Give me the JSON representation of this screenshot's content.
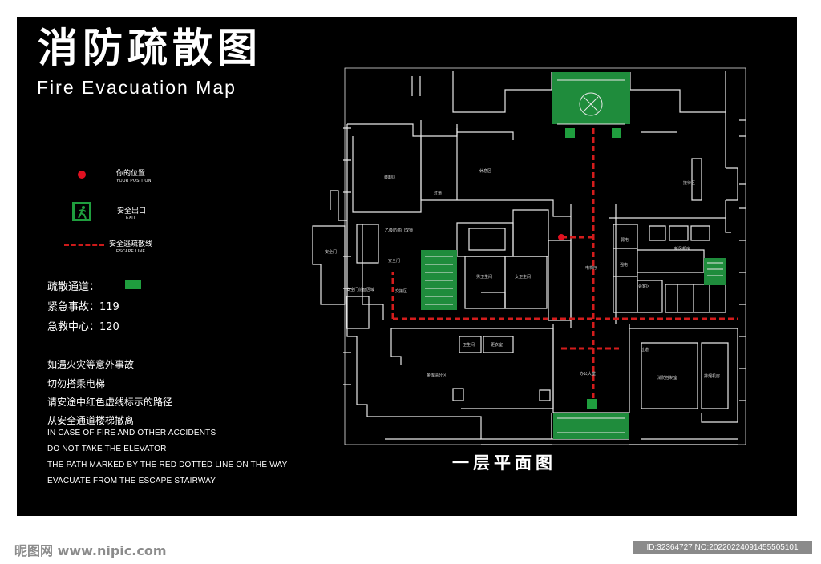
{
  "title_cn": "消防疏散图",
  "title_en": "Fire Evacuation Map",
  "legend": {
    "position_cn": "你的位置",
    "position_en": "YOUR POSITION",
    "exit_cn": "安全出口",
    "exit_en": "EXIT",
    "line_cn": "安全逃疏散线",
    "line_en": "ESCAPE LINE",
    "exit_icon": "emergency-exit-sign-icon",
    "colors": {
      "position": "#e01020",
      "exit": "#1f9e3e",
      "line": "#cc1a1a",
      "passage": "#1f9e3e"
    }
  },
  "info": {
    "passage_label": "疏散通道：",
    "emergency": "紧急事故：119",
    "first_aid": "急救中心：120"
  },
  "warnings_cn": [
    "如遇火灾等意外事故",
    "切勿搭乘电梯",
    "请安途中红色虚线标示的路径",
    "从安全通道楼梯撤离"
  ],
  "warnings_en": [
    "IN CASE OF FIRE AND OTHER ACCIDENTS",
    "DO NOT TAKE THE ELEVATOR",
    "THE PATH MARKED BY THE RED DOTTED LINE ON THE WAY",
    "EVACUATE FROM THE ESCAPE STAIRWAY"
  ],
  "floor_title": "一层平面图",
  "rooms": {
    "r1": "装卸区",
    "r2": "休息区",
    "r3": "过道",
    "r4": "接待区",
    "r5": "乙级防盗门双锁",
    "r6": "男卫生间",
    "r7": "女卫生间",
    "r8": "电梯厅",
    "r9": "会客区",
    "r10": "新风机房",
    "r11": "安全门",
    "r12": "安全门",
    "r13": "金库清分区",
    "r14": "卫生间",
    "r15": "更衣室",
    "r16": "办公大堂",
    "r17": "过道",
    "r18": "消防控制室",
    "r19": "排烟机房",
    "r20": "弱电",
    "r21": "强电",
    "r22": "交接区",
    "r23": "安全门前面区域"
  },
  "footer": {
    "left": "昵图网 www.nipic.com",
    "right": "ID:32364727 NO:20220224091455505101"
  }
}
